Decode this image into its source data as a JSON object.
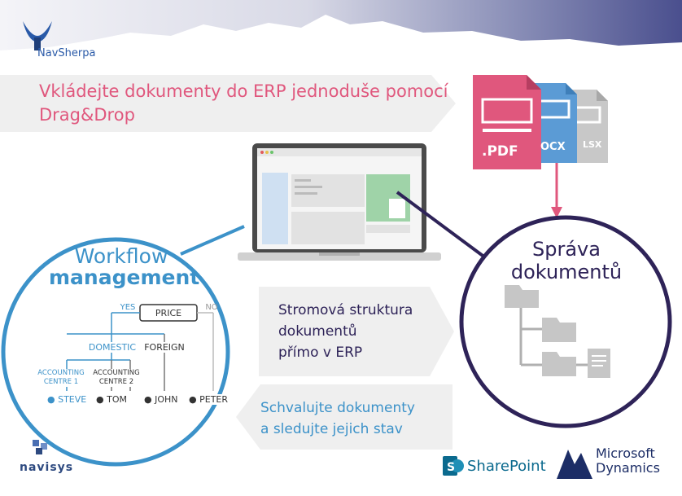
{
  "header": {
    "logo_text": "NavSherpa"
  },
  "banners": {
    "top_line1": "Vkládejte dokumenty do ERP jednoduše pomocí",
    "top_line2": "Drag&Drop",
    "middle_line1": "Stromová struktura",
    "middle_line2": "dokumentů",
    "middle_line3": "přímo v ERP",
    "bottom_line1": "Schvalujte dokumenty",
    "bottom_line2": "a sledujte jejich stav"
  },
  "files": {
    "pdf_label": ".PDF",
    "docx_label": "OCX",
    "xlsx_label": "LSX"
  },
  "workflow": {
    "title_line1": "Workflow",
    "title_line2": "management",
    "yes": "YES",
    "no": "NO",
    "price": "PRICE",
    "domestic": "DOMESTIC",
    "foreign": "FOREIGN",
    "acc1_line1": "ACCOUNTING",
    "acc1_line2": "CENTRE 1",
    "acc2_line1": "ACCOUNTING",
    "acc2_line2": "CENTRE 2",
    "people": [
      "STEVE",
      "TOM",
      "JOHN",
      "PETER"
    ]
  },
  "dms": {
    "title_line1": "Správa",
    "title_line2": "dokumentů"
  },
  "footer": {
    "navisys": "navisys",
    "sharepoint": "SharePoint",
    "ms_line1": "Microsoft",
    "ms_line2": "Dynamics"
  },
  "colors": {
    "pink": "#e0577d",
    "blue": "#3c92c9",
    "navy": "#2e2358",
    "gray": "#c6c6c6"
  }
}
